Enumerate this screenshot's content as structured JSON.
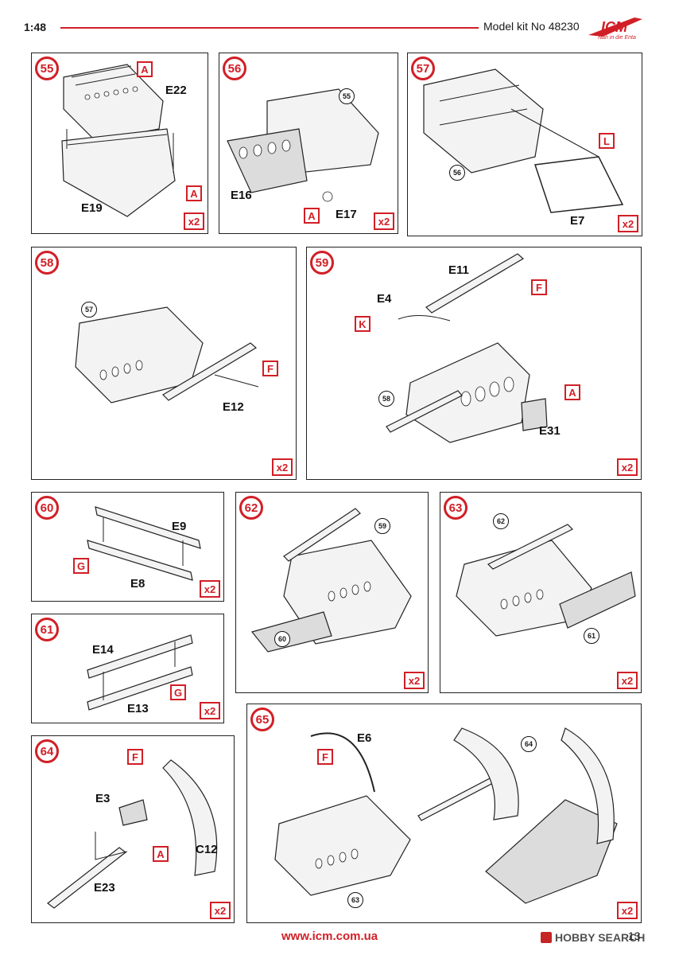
{
  "header": {
    "scale": "1:48",
    "model_kit": "Model kit No 48230",
    "brand": "ICM",
    "tagline": "Nah in die Enta"
  },
  "footer": {
    "website": "www.icm.com.ua",
    "page_number": "13",
    "watermark": "HOBBY SEARCH"
  },
  "colors": {
    "accent_red": "#d11f26",
    "line": "#222222"
  },
  "steps": [
    {
      "number": "55",
      "labels": [
        "E22",
        "E19"
      ],
      "paint": [
        "A",
        "A"
      ],
      "qty": "x2"
    },
    {
      "number": "56",
      "labels": [
        "E16",
        "E17"
      ],
      "refs": [
        "55"
      ],
      "paint": [
        "A"
      ],
      "qty": "x2"
    },
    {
      "number": "57",
      "labels": [
        "E7"
      ],
      "refs": [
        "56"
      ],
      "paint": [
        "L"
      ],
      "qty": "x2"
    },
    {
      "number": "58",
      "labels": [
        "E12"
      ],
      "refs": [
        "57"
      ],
      "paint": [
        "F"
      ],
      "qty": "x2"
    },
    {
      "number": "59",
      "labels": [
        "E11",
        "E4",
        "E31"
      ],
      "refs": [
        "58"
      ],
      "paint": [
        "F",
        "K",
        "A"
      ],
      "qty": "x2"
    },
    {
      "number": "60",
      "labels": [
        "E9",
        "E8"
      ],
      "paint": [
        "G"
      ],
      "qty": "x2"
    },
    {
      "number": "61",
      "labels": [
        "E14",
        "E13"
      ],
      "paint": [
        "G"
      ],
      "qty": "x2"
    },
    {
      "number": "62",
      "refs": [
        "59",
        "60"
      ],
      "qty": "x2"
    },
    {
      "number": "63",
      "refs": [
        "62",
        "61"
      ],
      "qty": "x2"
    },
    {
      "number": "64",
      "labels": [
        "E3",
        "C12",
        "E23"
      ],
      "paint": [
        "F",
        "A"
      ],
      "qty": "x2"
    },
    {
      "number": "65",
      "labels": [
        "E6"
      ],
      "refs": [
        "64",
        "63"
      ],
      "paint": [
        "F"
      ],
      "qty": "x2"
    }
  ]
}
